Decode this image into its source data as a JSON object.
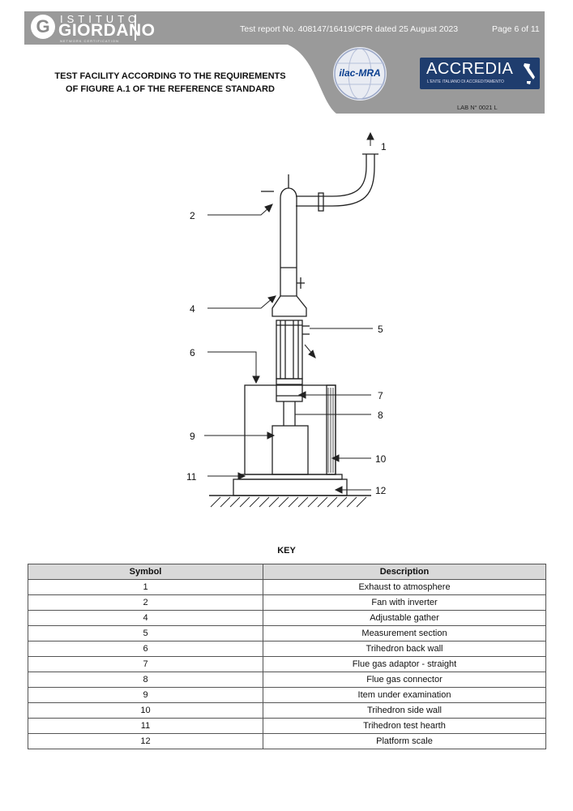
{
  "header": {
    "logo_top": "ISTITUTO",
    "logo_name": "GIORDANO",
    "logo_sub": "NETWORK CERTIFICATION",
    "report_info": "Test report No. 408147/16419/CPR dated 25 August 2023",
    "page_info": "Page 6 of 11",
    "ilac_text": "ilac-MRA",
    "accredia_name": "ACCREDIA",
    "accredia_sub": "L'ENTE ITALIANO DI ACCREDITAMENTO",
    "lab_number": "LAB N° 0021 L"
  },
  "title": {
    "line1": "TEST FACILITY ACCORDING TO THE REQUIREMENTS",
    "line2": "OF FIGURE A.1 OF THE REFERENCE STANDARD"
  },
  "diagram": {
    "labels": [
      "1",
      "2",
      "4",
      "5",
      "6",
      "7",
      "8",
      "9",
      "10",
      "11",
      "12"
    ]
  },
  "key": {
    "title": "KEY",
    "headers": [
      "Symbol",
      "Description"
    ],
    "rows": [
      {
        "symbol": "1",
        "description": "Exhaust to atmosphere"
      },
      {
        "symbol": "2",
        "description": "Fan with inverter"
      },
      {
        "symbol": "4",
        "description": "Adjustable gather"
      },
      {
        "symbol": "5",
        "description": "Measurement section"
      },
      {
        "symbol": "6",
        "description": "Trihedron back wall"
      },
      {
        "symbol": "7",
        "description": "Flue gas adaptor - straight"
      },
      {
        "symbol": "8",
        "description": "Flue gas connector"
      },
      {
        "symbol": "9",
        "description": "Item under examination"
      },
      {
        "symbol": "10",
        "description": "Trihedron side wall"
      },
      {
        "symbol": "11",
        "description": "Trihedron test hearth"
      },
      {
        "symbol": "12",
        "description": "Platform scale"
      }
    ]
  },
  "colors": {
    "header_gray": "#9a9a9a",
    "accredia_blue": "#1f3d6e",
    "table_header": "#d9d9d9"
  }
}
